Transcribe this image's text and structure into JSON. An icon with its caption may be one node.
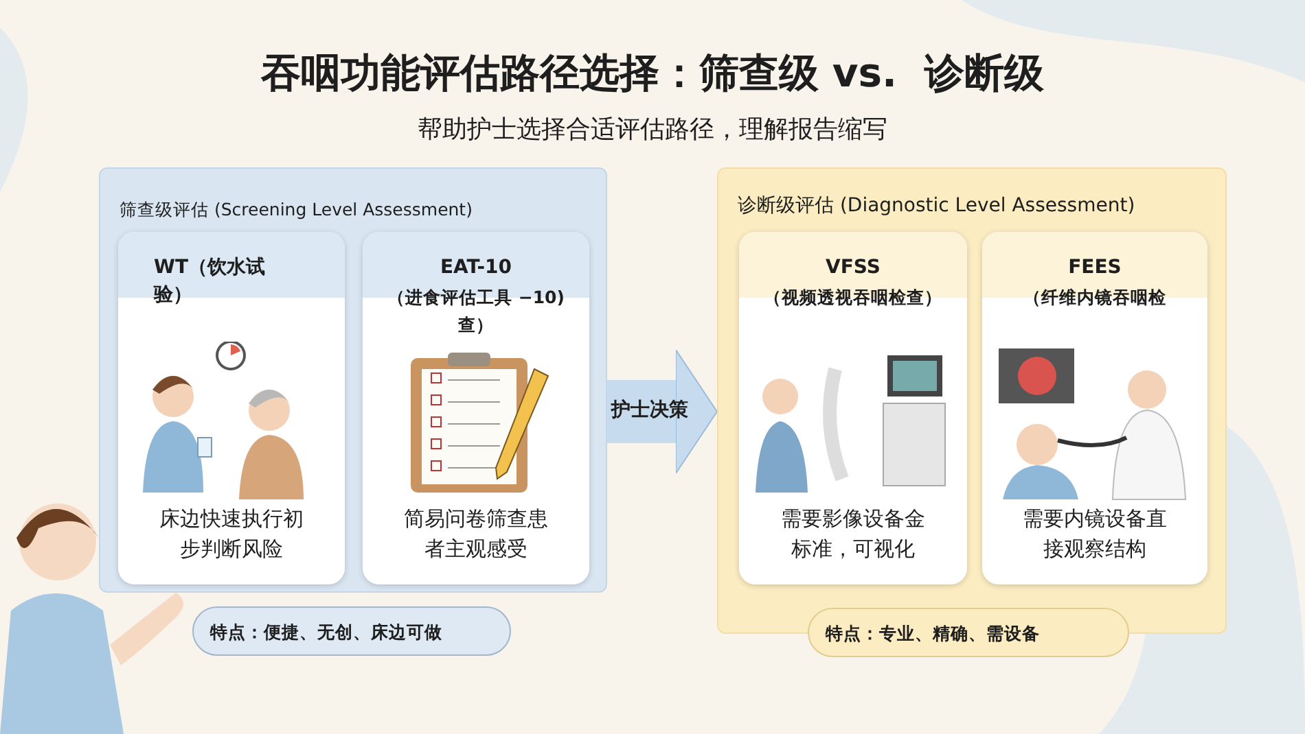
{
  "diagram": {
    "title": "吞咽功能评估路径选择：筛查级 vs.  诊断级",
    "nodes": [
      {
        "text": [
          "筛查级评估 (Screening Level Assessment)"
        ]
      },
      {
        "text": [
          "WT（饮水试验）",
          "床边快速执行初步判断风险"
        ],
        "in": 0
      },
      {
        "text": [
          "EAT-10",
          "（进食评估工具 −10)查）",
          "简易问卷筛查患者主观感受"
        ],
        "in": 0
      },
      {
        "text": [
          "诊断级评估 (Diagnostic Level Assessment)"
        ]
      },
      {
        "text": [
          "VFSS",
          "（视频透视吞咽检查）",
          "需要影像设备金标准，可视化"
        ],
        "in": 3
      },
      {
        "text": [
          "FEES",
          "（纤维内镜吞咽检",
          "需要内镜设备直接观察结构"
        ],
        "in": 3
      },
      {
        "text": [
          "特点：便捷、无创、床边可做"
        ]
      },
      {
        "text": [
          "特点：专业、精确、需设备"
        ]
      }
    ],
    "edges": [
      {
        "from": 0,
        "to": 3,
        "arrow": "to",
        "label": "护士决策"
      }
    ],
    "labels": [
      "帮助护士选择合适评估路径，理解报告缩写"
    ]
  }
}
